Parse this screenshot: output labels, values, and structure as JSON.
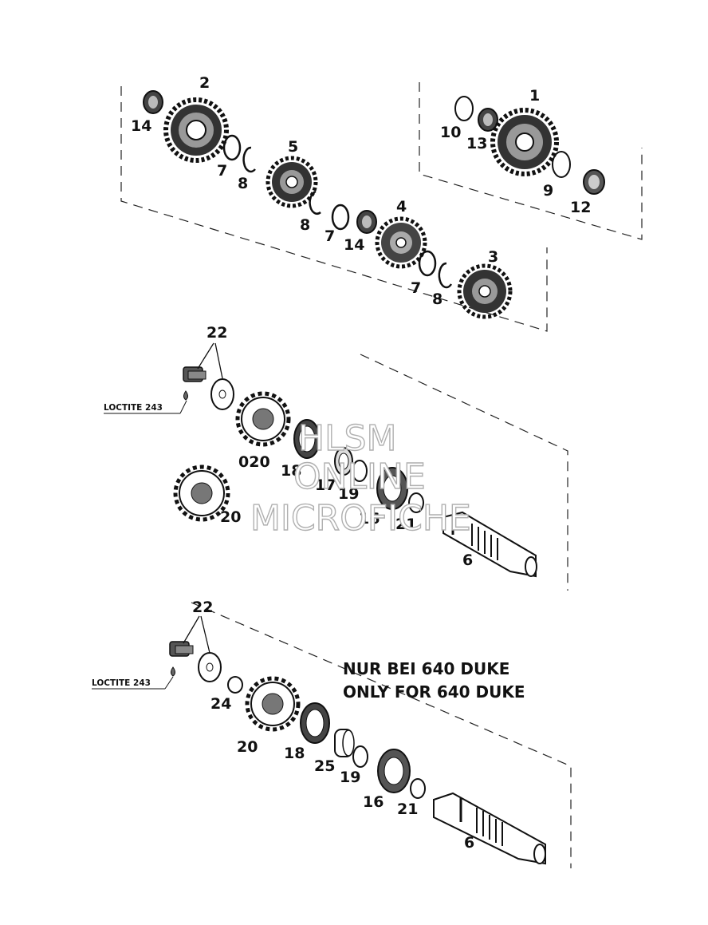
{
  "parts": {
    "p1": "1",
    "p2": "2",
    "p3": "3",
    "p4": "4",
    "p5": "5",
    "p6a": "6",
    "p6b": "6",
    "p7a": "7",
    "p7b": "7",
    "p7c": "7",
    "p8a": "8",
    "p8b": "8",
    "p8c": "8",
    "p9": "9",
    "p10": "10",
    "p12": "12",
    "p13": "13",
    "p14a": "14",
    "p14b": "14",
    "p16a": "16",
    "p16b": "16",
    "p17": "17",
    "p18a": "18",
    "p18b": "18",
    "p19a": "19",
    "p19b": "19",
    "p020": "020",
    "p20a": "20",
    "p20b": "20",
    "p21a": "21",
    "p21b": "21",
    "p22a": "22",
    "p22b": "22",
    "p24": "24",
    "p25": "25"
  },
  "labels": {
    "loctite_a": "LOCTITE 243",
    "loctite_b": "LOCTITE 243",
    "note_de": "NUR BEI 640 DUKE",
    "note_en": "ONLY FOR 640 DUKE"
  },
  "watermark": {
    "line1": "HLSM",
    "line2": "ONLINE",
    "line3": "MICROFICHE"
  }
}
